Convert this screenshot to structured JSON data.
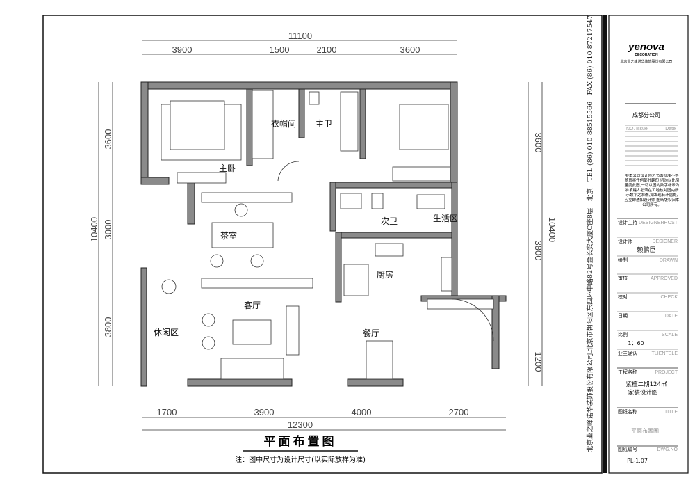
{
  "plan": {
    "title": "平面布置图",
    "note": "注：图中尺寸为设计尺寸(以实际放样为准)",
    "rooms": {
      "master_bedroom": "主卧",
      "walk_in_closet": "衣帽间",
      "master_bath": "主卫",
      "second_bath": "次卫",
      "living_area": "生活区",
      "tea_room": "茶室",
      "kitchen": "厨房",
      "living_room": "客厅",
      "leisure_area": "休闲区",
      "dining_room": "餐厅"
    },
    "dimensions": {
      "top_total": "11100",
      "top": [
        "3900",
        "1500",
        "2100",
        "3600"
      ],
      "left_total": "10400",
      "left": [
        "3600",
        "3000",
        "3800"
      ],
      "right_total": "10400",
      "right": [
        "3600",
        "3800",
        "1200"
      ],
      "bottom_total": "12300",
      "bottom": [
        "1700",
        "3900",
        "4000",
        "2700"
      ]
    }
  },
  "side_text": "北京业之峰诺华装饰股份有限公司.北京市朝阳区东四环中路82号金长安大厦C座8层　北京　TEL (86) 010 88515566　FAX (86) 010 87217547",
  "title_block": {
    "logo": "yenova",
    "logo_sub": "DECORATION",
    "company_cn": "北京业之峰诺华装饰股份有限公司",
    "branch": "成都分公司",
    "issue_headers": [
      "NO.",
      "Issue",
      "Date"
    ],
    "notice": "非本公司设计师之书面批准不得随意将任何部分翻印 切勿以比例量度此图,一切以图内数字标示为准承建人必须在工地核对图内所示数字之准确,如发现有矛盾处,应立即通知设计师 图纸版权归本公司所有。",
    "fields": [
      {
        "label": "设计主持",
        "en": "DESIGNERHOST",
        "value": ""
      },
      {
        "label": "设计师",
        "en": "DESIGNER",
        "value": "赖鹏臣"
      },
      {
        "label": "绘制",
        "en": "DRAWN",
        "value": ""
      },
      {
        "label": "审核",
        "en": "APPROVED",
        "value": ""
      },
      {
        "label": "校对",
        "en": "CHECK",
        "value": ""
      },
      {
        "label": "日期",
        "en": "DATE",
        "value": ""
      },
      {
        "label": "比例",
        "en": "SCALE",
        "value": "1：60"
      },
      {
        "label": "业主确认",
        "en": "TLIENTELE",
        "value": ""
      },
      {
        "label": "工程名称",
        "en": "PROJECT",
        "value": "紫檀二期124㎡"
      },
      {
        "label": "图纸名称",
        "en": "TITLE",
        "value": "平面布置图"
      },
      {
        "label": "图纸编号",
        "en": "DWG.NO",
        "value": "PL-1.07"
      }
    ],
    "project_line2": "家装设计图"
  }
}
